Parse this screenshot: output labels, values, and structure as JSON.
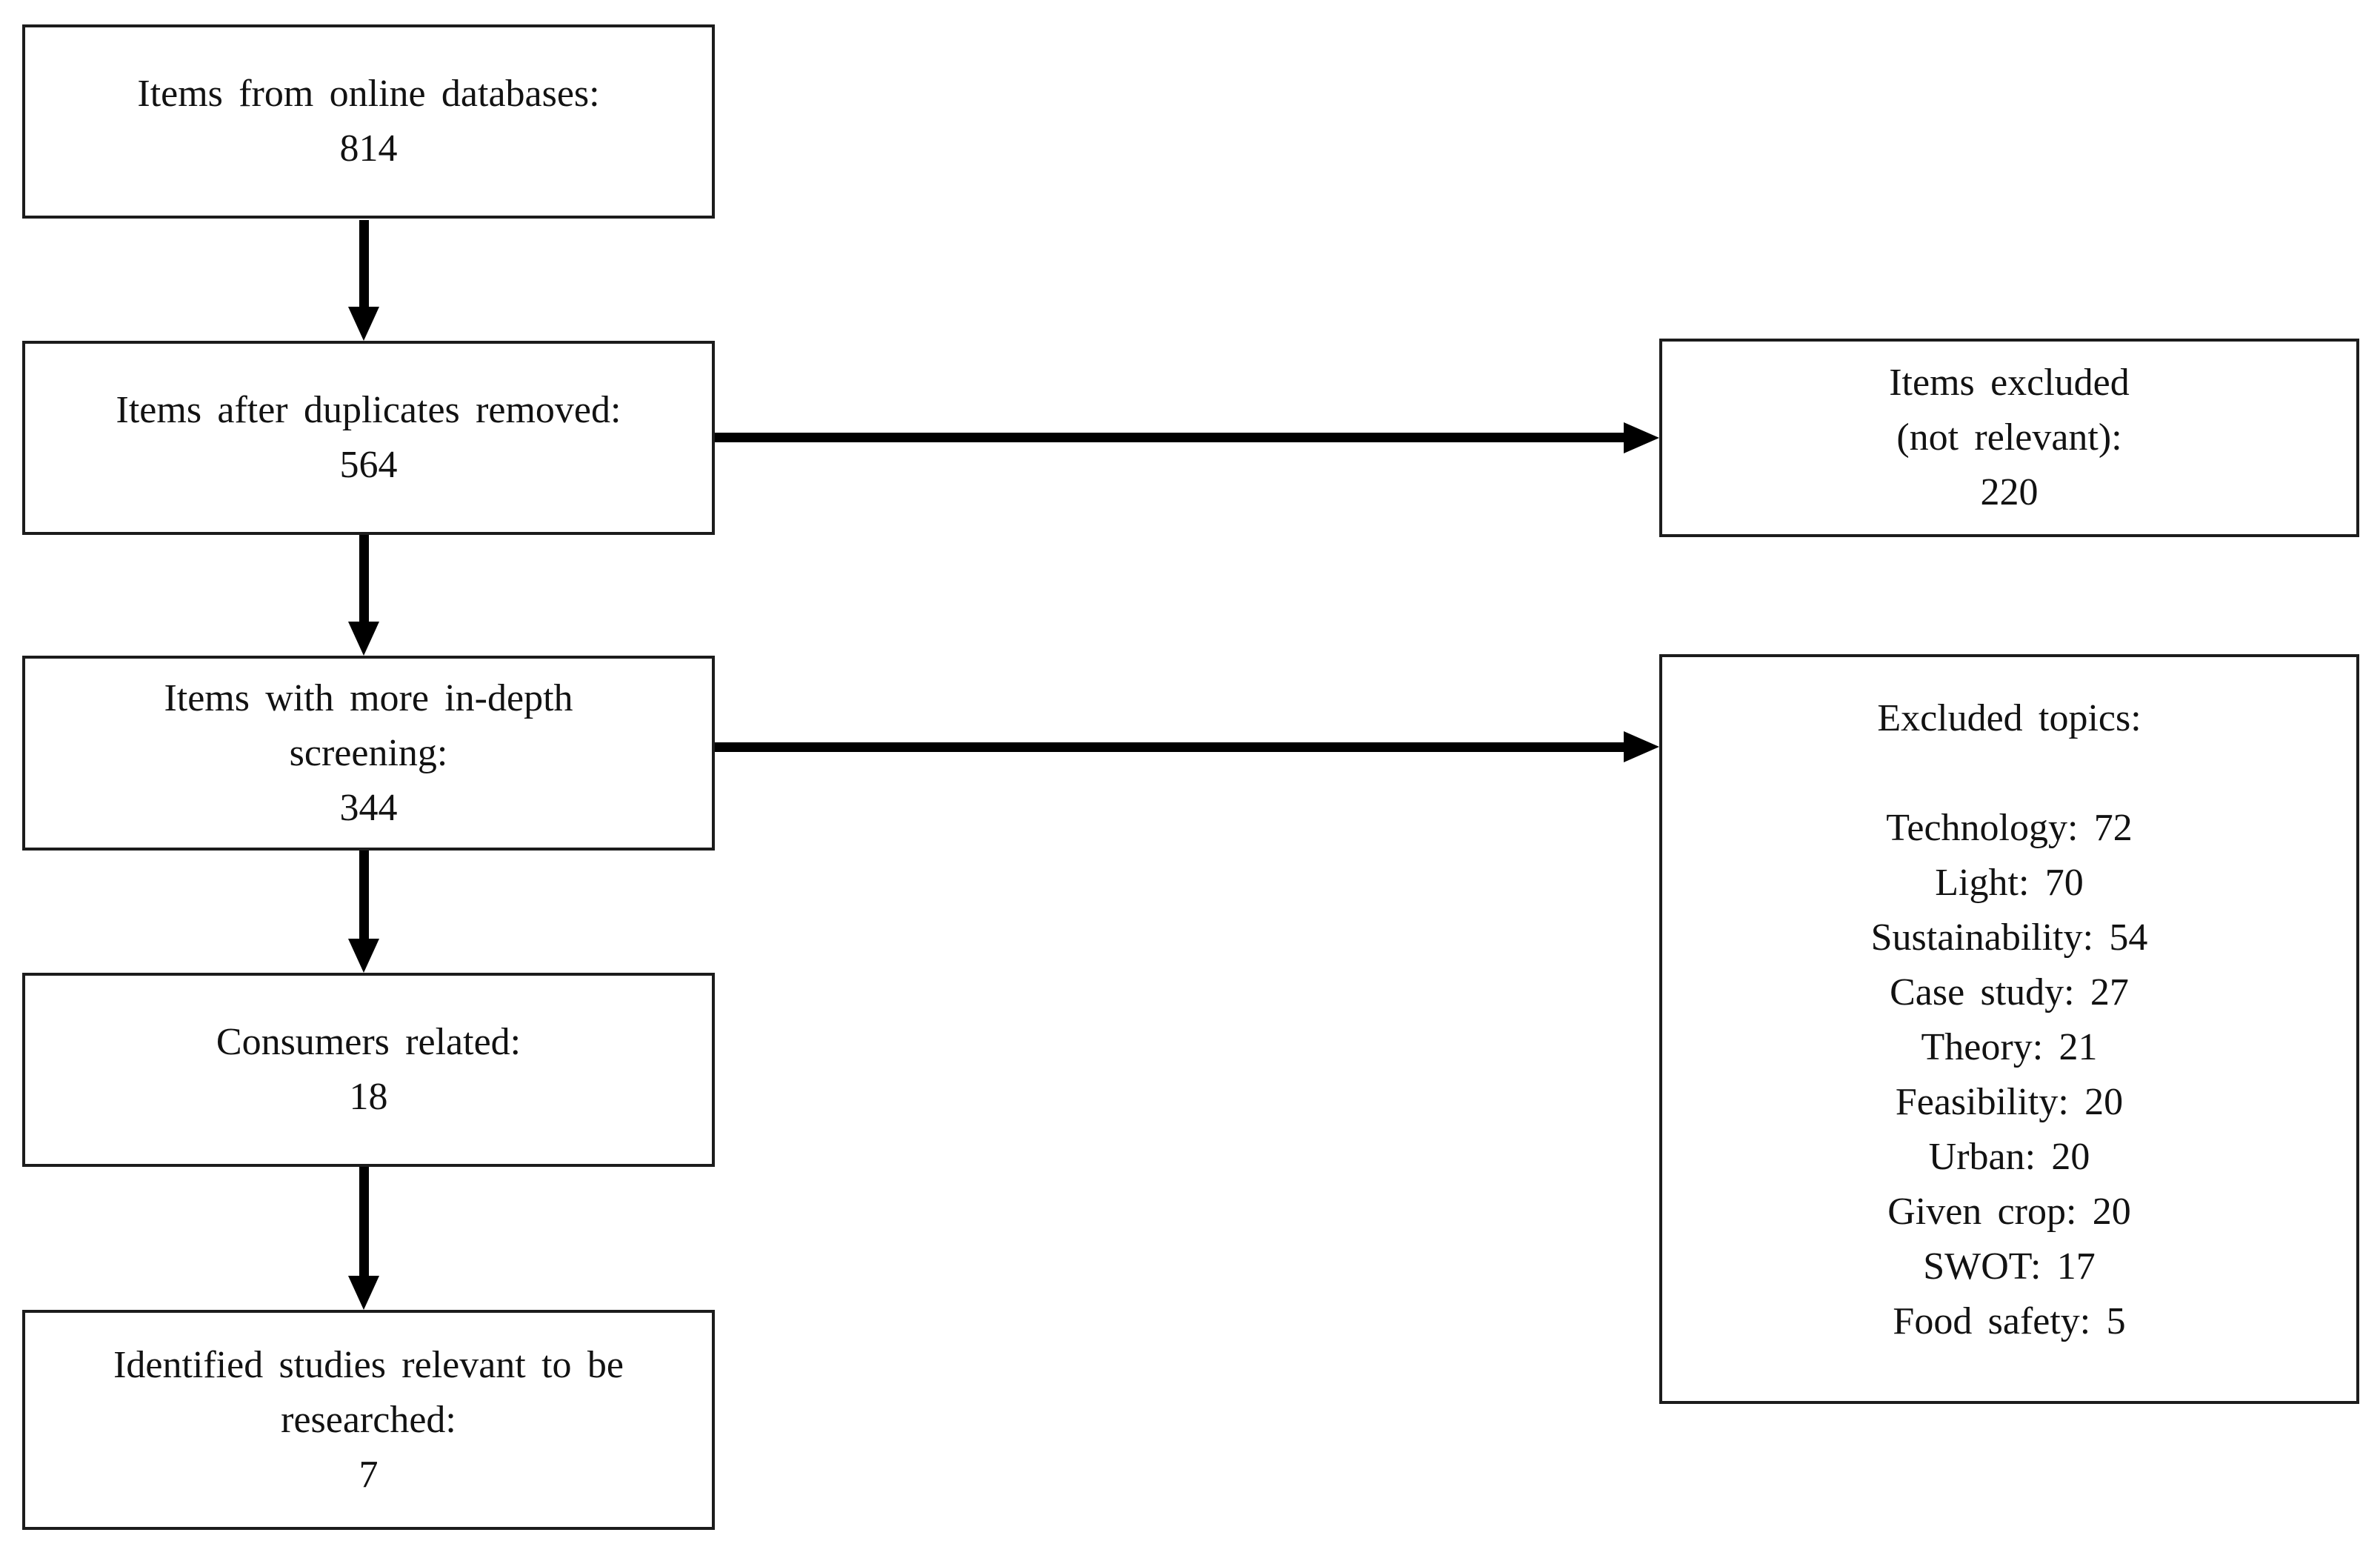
{
  "diagram": {
    "boxes": {
      "online_databases": {
        "lines": [
          "Items from online databases:",
          "814"
        ]
      },
      "duplicates_removed": {
        "lines": [
          "Items after duplicates removed:",
          "564"
        ]
      },
      "in_depth_screening": {
        "lines": [
          "Items with more in-depth",
          "screening:",
          "344"
        ]
      },
      "consumers_related": {
        "lines": [
          "Consumers related:",
          "18"
        ]
      },
      "identified_studies": {
        "lines": [
          "Identified studies relevant to be",
          "researched:",
          "7"
        ]
      },
      "items_excluded": {
        "lines": [
          "Items excluded",
          "(not relevant):",
          "220"
        ]
      },
      "excluded_topics": {
        "title": "Excluded topics:",
        "items": [
          "Technology: 72",
          "Light: 70",
          "Sustainability: 54",
          "Case study: 27",
          "Theory: 21",
          "Feasibility: 20",
          "Urban: 20",
          "Given crop: 20",
          "SWOT: 17",
          "Food safety: 5"
        ]
      }
    }
  }
}
